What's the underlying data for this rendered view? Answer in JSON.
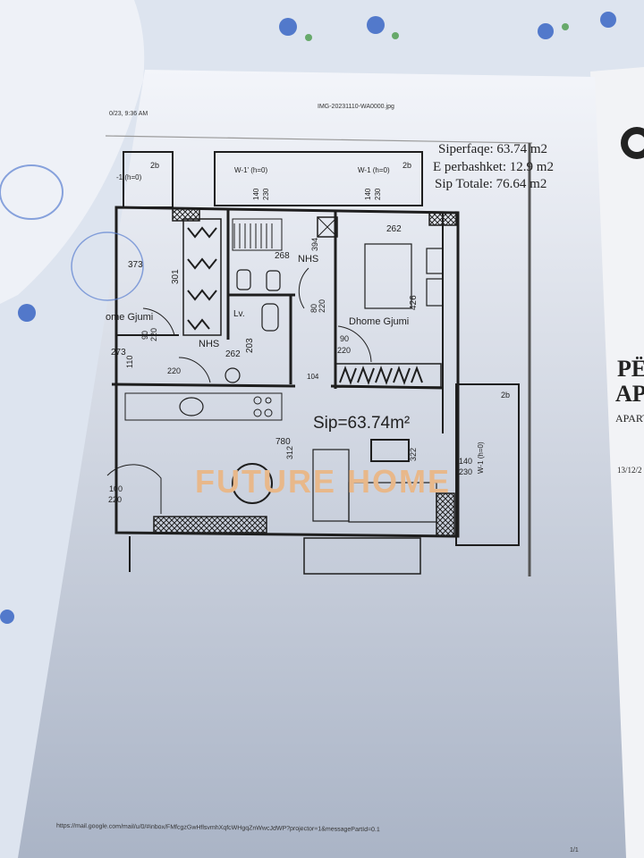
{
  "print_header": {
    "date": "0/23, 9:36 AM",
    "file_name": "IMG-20231110-WA0000.jpg"
  },
  "print_footer": {
    "url": "https://mail.google.com/mail/u/0/#inbox/FMfcgzGwHflsvmhXqfcWHgqZnWwcJdWP?projector=1&messagePartId=0.1",
    "page": "1/1"
  },
  "area_summary": {
    "siperfaqe": "Siperfaqe: 63.74 m2",
    "e_perbashket": "E perbashket: 12.9 m2",
    "sip_totale": "Sip Totale: 76.64 m2"
  },
  "floor_plan": {
    "total_area_label": "Sip=63.74m²",
    "watermark": "FUTURE HOME",
    "rooms": {
      "bedroom_left": "ome Gjumi",
      "bedroom_right": "Dhome Gjumi",
      "bathroom_top": "NHS",
      "bathroom_bottom": "NHS",
      "laundry": "Lv."
    },
    "windows": {
      "w1_left": "-1 (h=0)",
      "w1_prime": "W-1' (h=0)",
      "w1_mid": "W-1 (h=0)",
      "w1_right": "W-1 (h=0)",
      "balcony_left": "2b",
      "balcony_mid": "2b",
      "balcony_right": "2b"
    },
    "dimensions": {
      "d373": "373",
      "d301": "301",
      "d268": "268",
      "d394": "394",
      "d262a": "262",
      "d426": "426",
      "d80": "80",
      "d220a": "220",
      "d90a": "90",
      "d220b": "220",
      "d90b": "90",
      "d220c": "220",
      "d262b": "262",
      "d203": "203",
      "d273": "273",
      "d110": "110",
      "d220d": "220",
      "d104": "104",
      "d780": "780",
      "d312": "312",
      "d322": "322",
      "d140a": "140",
      "d230a": "230",
      "d100": "100",
      "d220e": "220",
      "d140b": "140",
      "d230b": "230",
      "d140c": "140",
      "d230c": "230"
    }
  },
  "background_document": {
    "title_line1": "PËR",
    "title_line2": "APA",
    "subtitle": "APART",
    "date": "13/12/2"
  },
  "colors": {
    "tablecloth": "#e6ecf5",
    "paper": "#eef2f8",
    "ink": "#1e1e1e",
    "watermark": "#e8b88a",
    "stamp": "#5a7fd0"
  }
}
